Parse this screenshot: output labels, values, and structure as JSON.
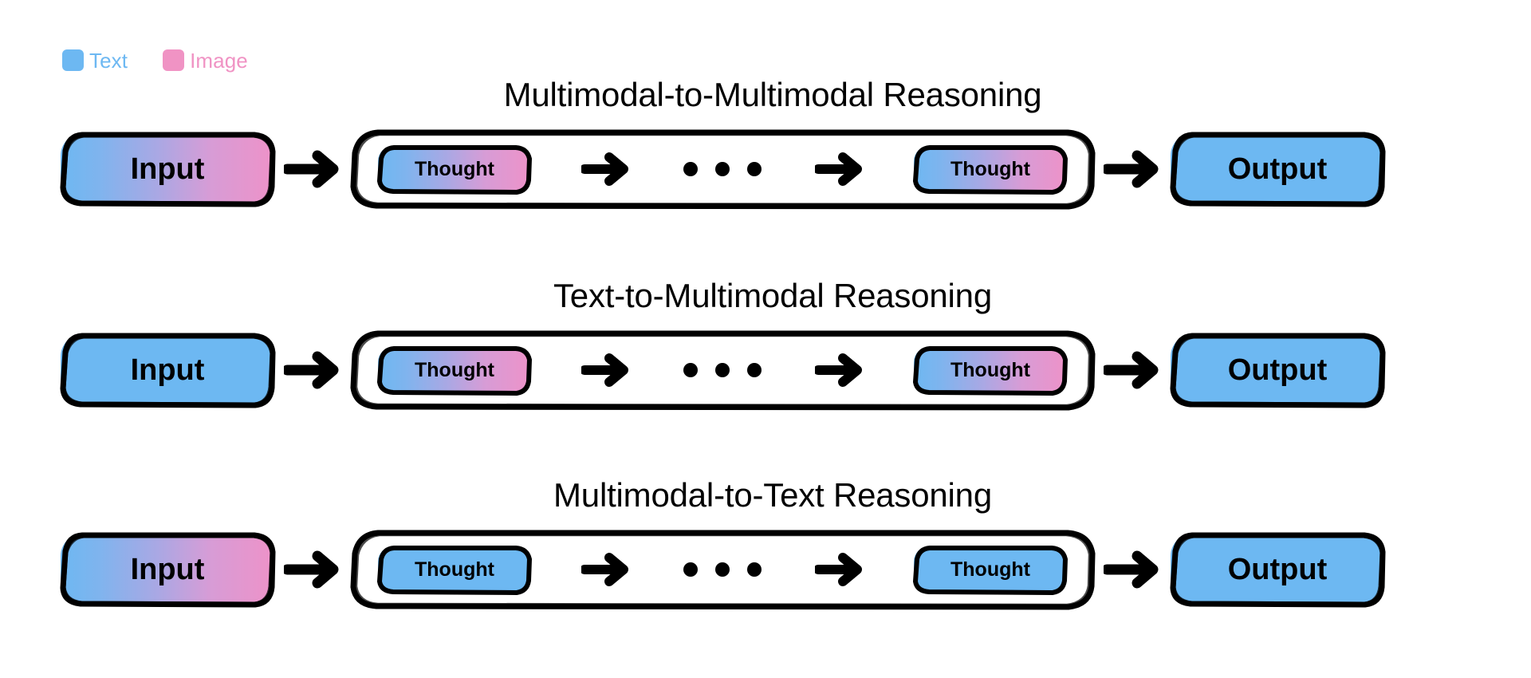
{
  "legend": {
    "items": [
      {
        "label": "Text",
        "color": "#6DB8F2",
        "icon": "square-swatch-icon"
      },
      {
        "label": "Image",
        "color": "#F093C4",
        "icon": "square-swatch-icon"
      }
    ]
  },
  "colors": {
    "text_blue": "#6DB8F2",
    "image_pink": "#F093C4",
    "stroke": "#000000",
    "background": "#FFFFFF"
  },
  "labels": {
    "input": "Input",
    "output": "Output",
    "thought": "Thought",
    "ellipsis": "...",
    "arrow": "right-arrow"
  },
  "rows": [
    {
      "title": "Multimodal-to-Multimodal Reasoning",
      "input": {
        "label": "Input",
        "modality": "multimodal"
      },
      "thought_first": {
        "label": "Thought",
        "modality": "multimodal"
      },
      "thought_last": {
        "label": "Thought",
        "modality": "multimodal"
      },
      "output": {
        "label": "Output",
        "modality": "text"
      }
    },
    {
      "title": "Text-to-Multimodal Reasoning",
      "input": {
        "label": "Input",
        "modality": "text"
      },
      "thought_first": {
        "label": "Thought",
        "modality": "multimodal"
      },
      "thought_last": {
        "label": "Thought",
        "modality": "multimodal"
      },
      "output": {
        "label": "Output",
        "modality": "text"
      }
    },
    {
      "title": "Multimodal-to-Text Reasoning",
      "input": {
        "label": "Input",
        "modality": "multimodal"
      },
      "thought_first": {
        "label": "Thought",
        "modality": "text"
      },
      "thought_last": {
        "label": "Thought",
        "modality": "text"
      },
      "output": {
        "label": "Output",
        "modality": "text"
      }
    }
  ]
}
